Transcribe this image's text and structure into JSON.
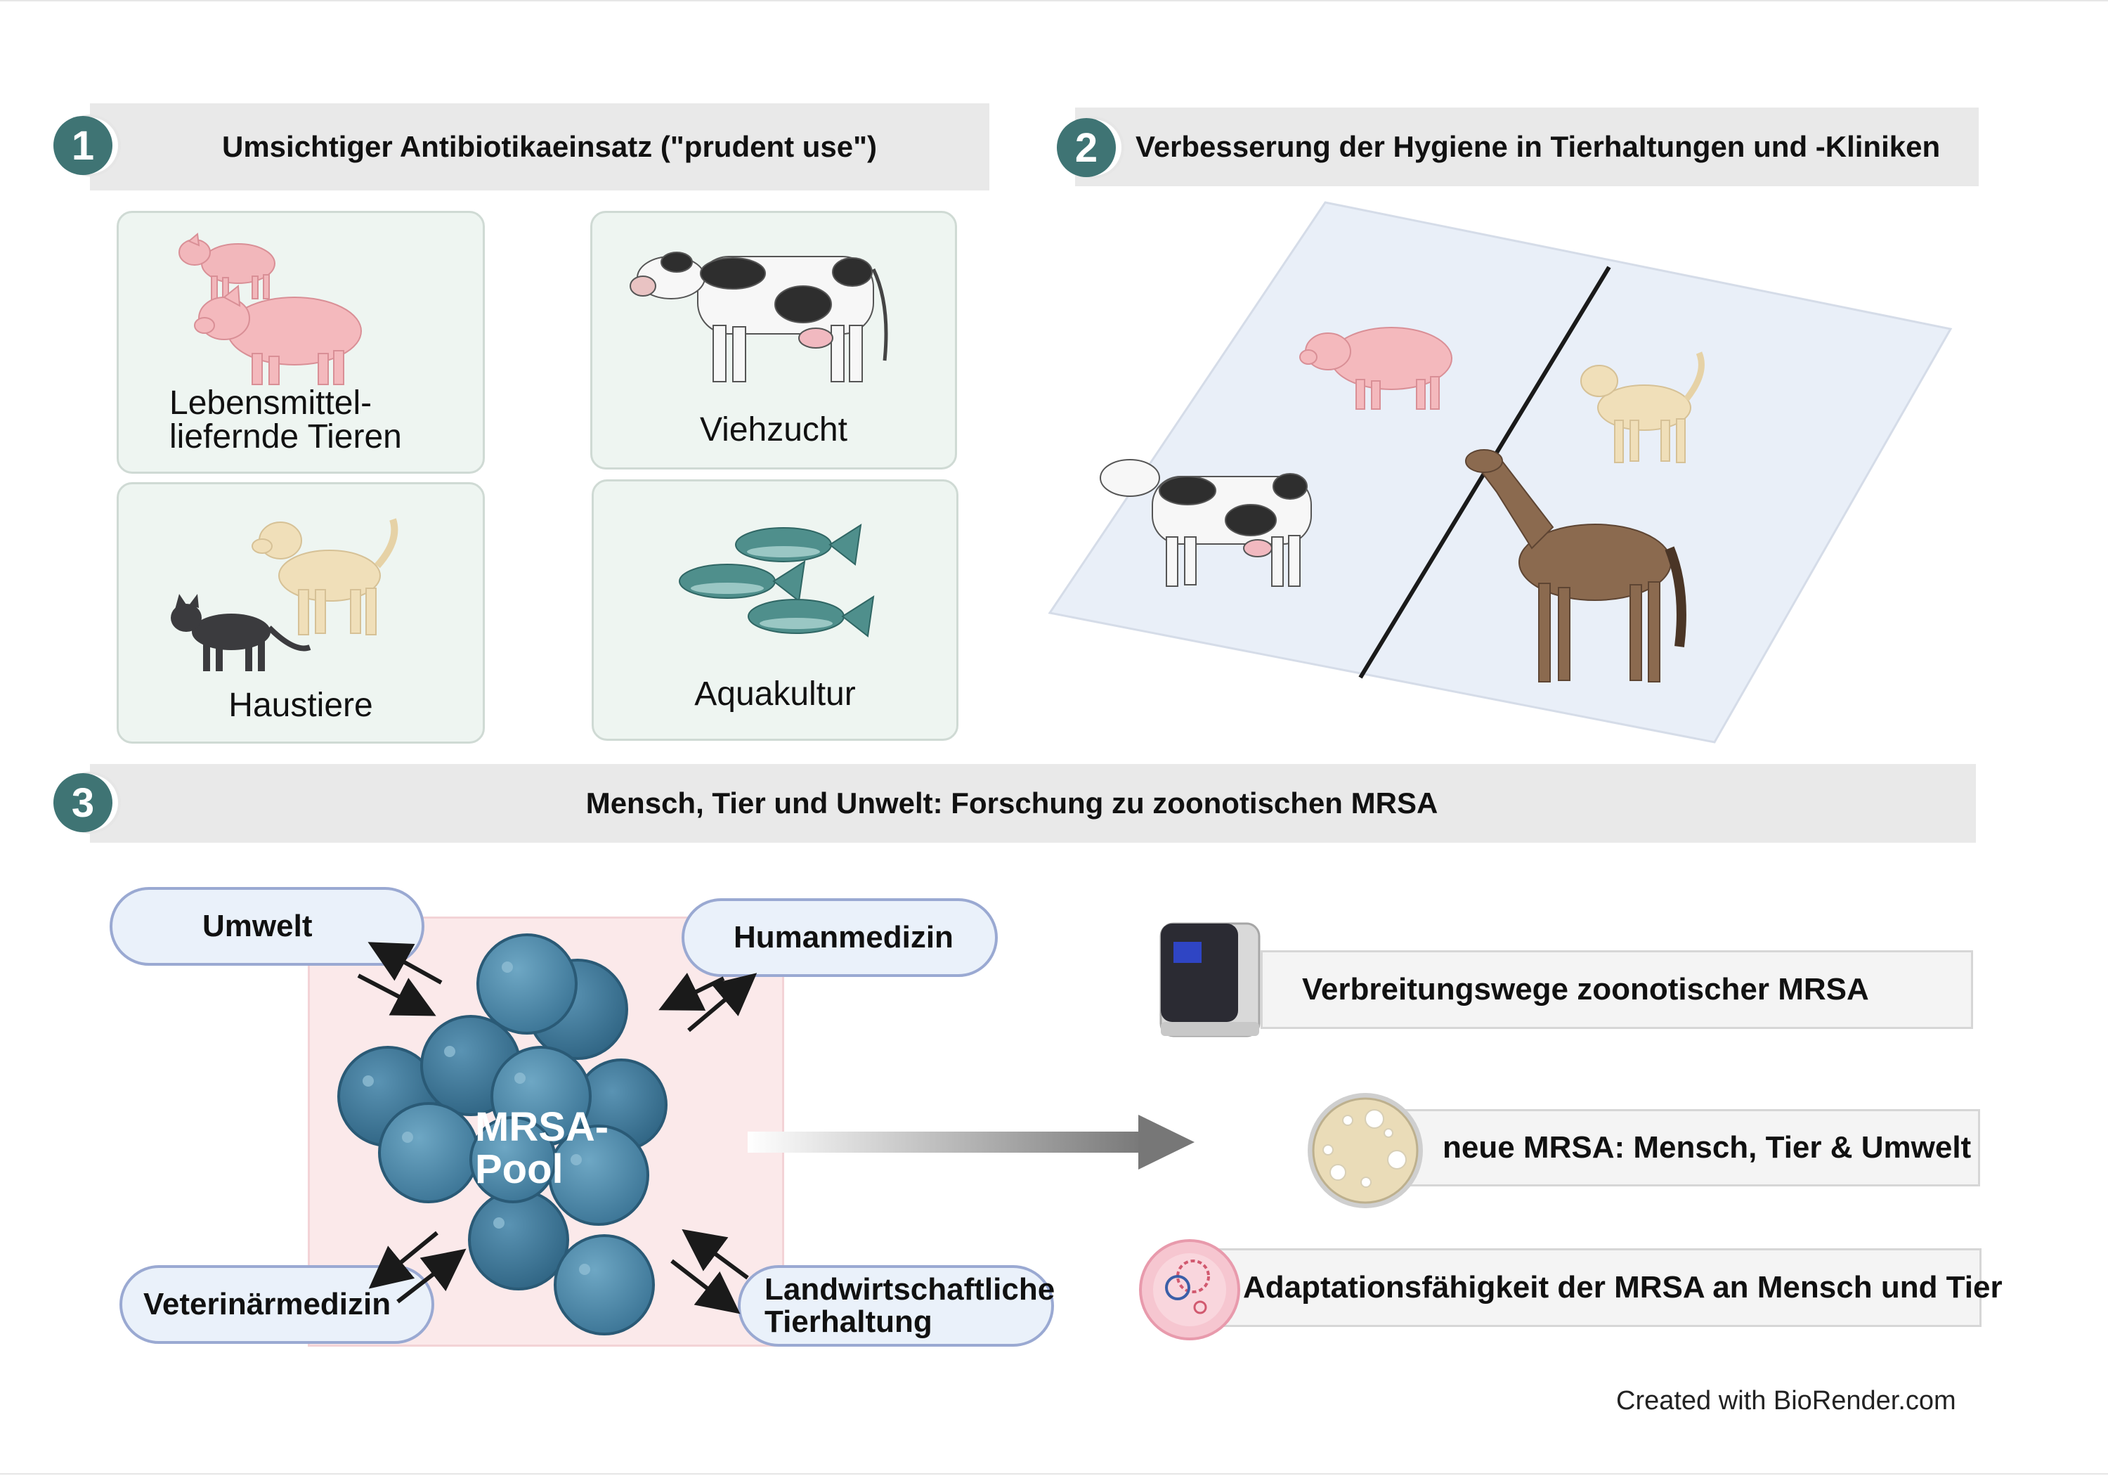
{
  "sections": {
    "s1": {
      "number": "1",
      "title": "Umsichtiger Antibiotikaeinsatz (\"prudent use\")"
    },
    "s2": {
      "number": "2",
      "title": "Verbesserung der Hygiene in Tierhaltungen und -Kliniken"
    },
    "s3": {
      "number": "3",
      "title": "Mensch, Tier und Unwelt:  Forschung zu zoonotischen MRSA"
    }
  },
  "cards": {
    "food_animals": {
      "line1": "Lebensmittel-",
      "line2": "liefernde Tieren",
      "icon": "pig-icon"
    },
    "livestock": {
      "label": "Viehzucht",
      "icon": "cow-icon"
    },
    "pets": {
      "label": "Haustiere",
      "icon": "dog-cat-icon"
    },
    "aquaculture": {
      "label": "Aquakultur",
      "icon": "fish-icon"
    }
  },
  "pool": {
    "line1": "MRSA-",
    "line2": "Pool",
    "sources": {
      "umwelt": "Umwelt",
      "humanmedizin": "Humanmedizin",
      "veterinaer": "Veterinärmedizin",
      "landwirtschaft_line1": "Landwirtschaftliche",
      "landwirtschaft_line2": "Tierhaltung"
    }
  },
  "outcomes": [
    {
      "label": "Verbreitungswege zoonotischer MRSA",
      "icon": "pcr-machine-icon"
    },
    {
      "label": "neue MRSA: Mensch, Tier & Umwelt",
      "icon": "petri-dish-icon"
    },
    {
      "label": "Adaptationsfähigkeit der MRSA an Mensch und Tier",
      "icon": "bacterium-cell-icon"
    }
  ],
  "credit": "Created with BioRender.com",
  "colors": {
    "number_badge": "#3f7474",
    "band": "#e9e9e9",
    "card_bg": "#eef5f1",
    "pill_border": "#9aa9d2",
    "bacteria": "#4a86a5"
  }
}
